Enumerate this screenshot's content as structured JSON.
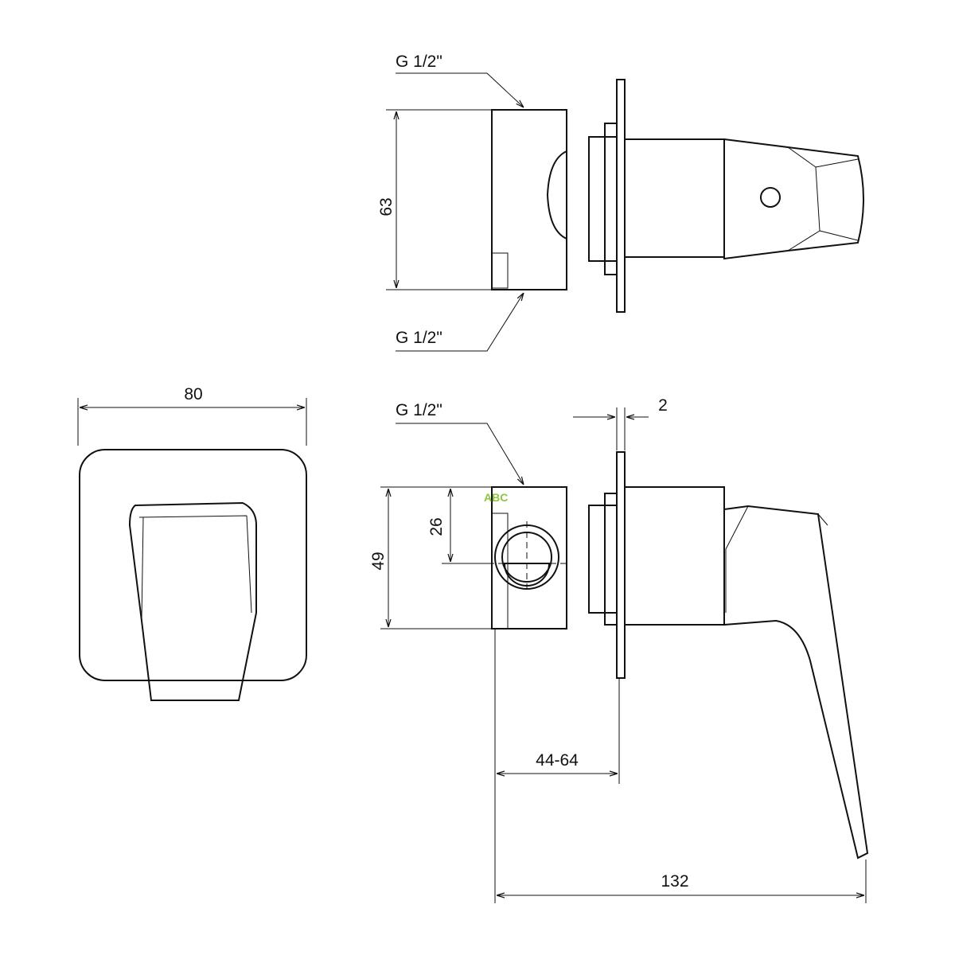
{
  "labels": {
    "thread_top": "G 1/2\"",
    "thread_bottom": "G 1/2\"",
    "thread_side": "G 1/2\"",
    "dim_height_top": "63",
    "dim_width_front": "80",
    "dim_plate": "2",
    "dim_inlet_offset": "26",
    "dim_box_height": "49",
    "dim_depth_range": "44-64",
    "dim_total_depth": "132"
  },
  "watermark": "ABC",
  "colors": {
    "line": "#111111",
    "watermark": "#8cc63f"
  }
}
